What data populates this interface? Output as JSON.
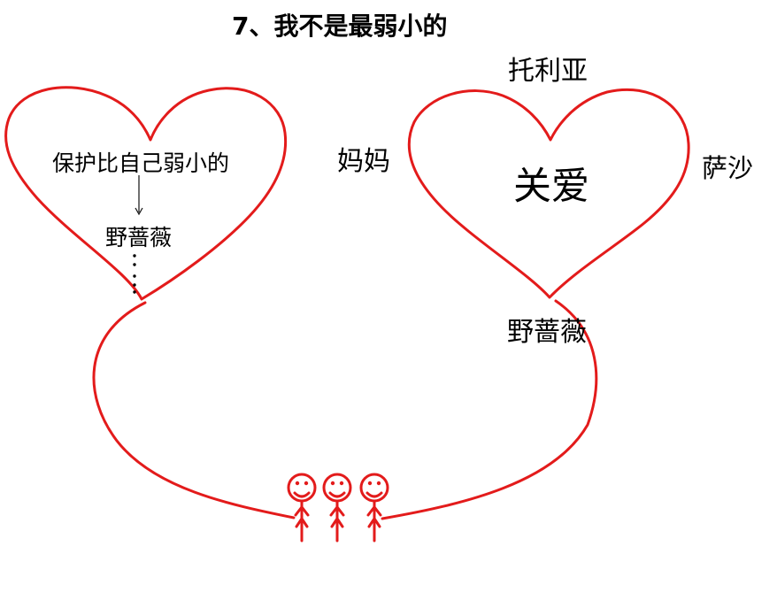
{
  "title": "7、我不是最弱小的",
  "left_heart": {
    "main_text": "保护比自己弱小的",
    "sub_text": "野蔷薇"
  },
  "right_heart": {
    "top_label": "托利亚",
    "center_text": "关爱",
    "left_label": "妈妈",
    "right_label": "萨沙",
    "bottom_label": "野蔷薇"
  },
  "figures": {
    "count": 3,
    "icon": "smiley-stick-figure-icon"
  },
  "colors": {
    "accent": "#e31b1b",
    "text": "#000000"
  }
}
